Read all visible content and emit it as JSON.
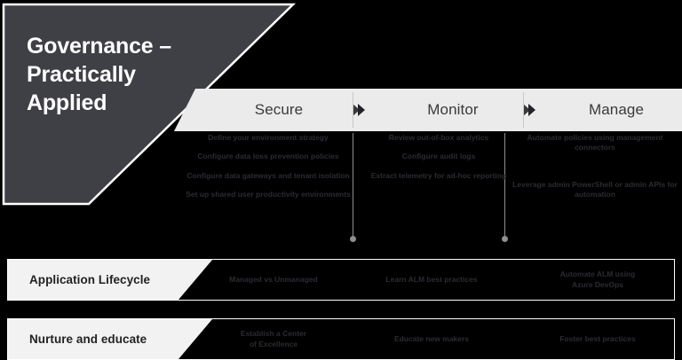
{
  "title": {
    "text": "Governance –\nPractically\nApplied"
  },
  "header": {
    "columns": [
      {
        "label": "Secure"
      },
      {
        "label": "Monitor"
      },
      {
        "label": "Manage"
      }
    ],
    "arrow_glyph": "❯"
  },
  "columns": {
    "secure": [
      "Define your\nenvironment strategy",
      "Configure data loss\nprevention policies",
      "Configure data gateways and\ntenant isolation",
      "Set up shared user productivity\nenvironments"
    ],
    "monitor": [
      "Review out-of-box analytics",
      "Configure audit logs",
      "Extract telemetry for\nad-hoc reporting"
    ],
    "manage": [
      "Automate policies using\nmanagement connectors",
      "Leverage admin PowerShell or\nadmin APIs for automation"
    ]
  },
  "rows": [
    {
      "label": "Application Lifecycle",
      "cells": [
        "Managed vs Unmanaged",
        "Learn ALM best practices",
        "Automate ALM using\nAzure DevOps"
      ]
    },
    {
      "label": "Nurture and educate",
      "cells": [
        "Establish a Center\nof Excellence",
        "Educate new makers",
        "Foster best practices"
      ]
    }
  ],
  "colors": {
    "background": "#000000",
    "title_shape": "#3f3f46",
    "header_band": "#ebebeb",
    "row_label": "#f2f2f2",
    "outline": "#ffffff",
    "body_text": "#2b2b33"
  }
}
